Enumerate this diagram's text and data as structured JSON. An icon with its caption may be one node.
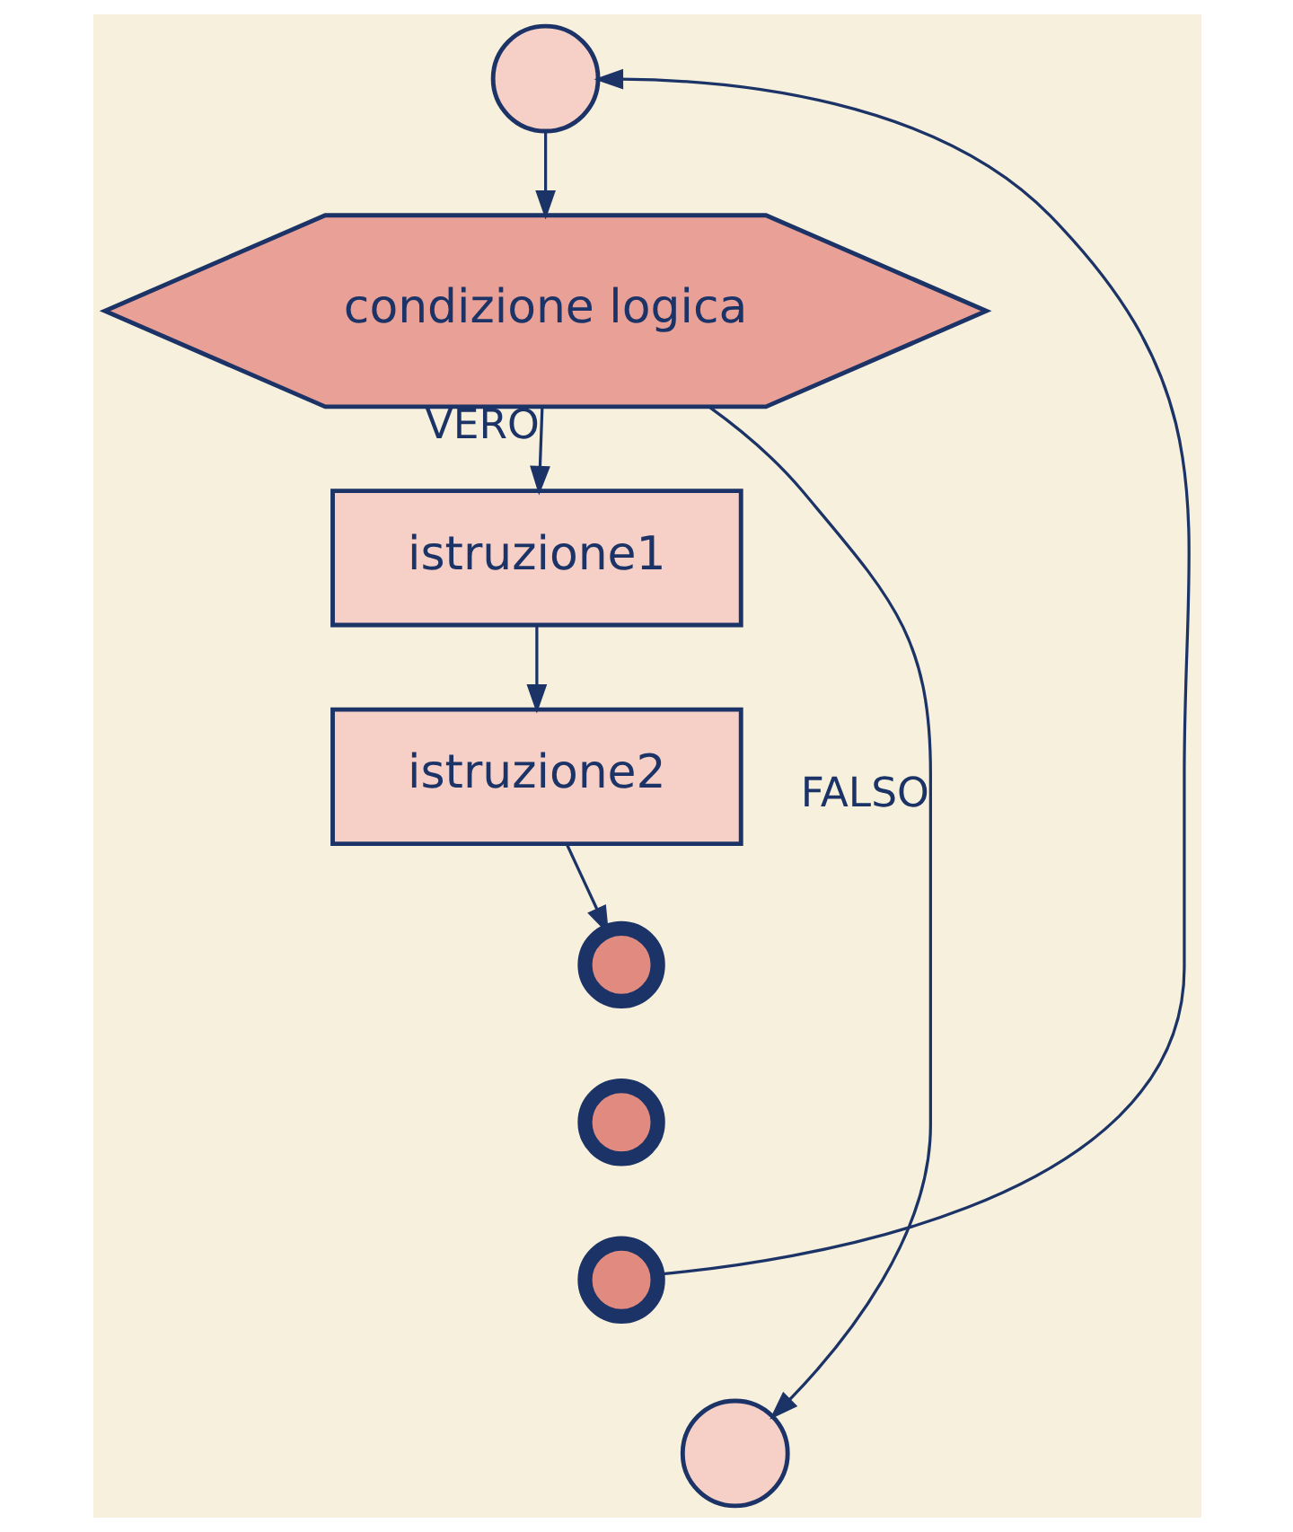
{
  "diagram": {
    "nodes": [
      {
        "text": [],
        "shape": "circle"
      },
      {
        "text": [
          "condizione logica"
        ]
      },
      {
        "text": [
          "istruzione1"
        ]
      },
      {
        "text": [
          "istruzione2"
        ]
      },
      {
        "text": [],
        "shape": "circle"
      },
      {
        "text": [],
        "shape": "circle"
      },
      {
        "text": [],
        "shape": "circle"
      },
      {
        "text": [],
        "shape": "circle"
      }
    ],
    "edges": [
      {
        "from": 0,
        "to": 1,
        "arrow": "to"
      },
      {
        "from": 1,
        "to": 2,
        "arrow": "to",
        "label": "VERO"
      },
      {
        "from": 2,
        "to": 3,
        "arrow": "to"
      },
      {
        "from": 3,
        "to": 4,
        "arrow": "to"
      },
      {
        "from": 6,
        "to": 0,
        "arrow": "to"
      },
      {
        "from": 1,
        "to": 7,
        "arrow": "to",
        "label": "FALSO"
      }
    ]
  }
}
